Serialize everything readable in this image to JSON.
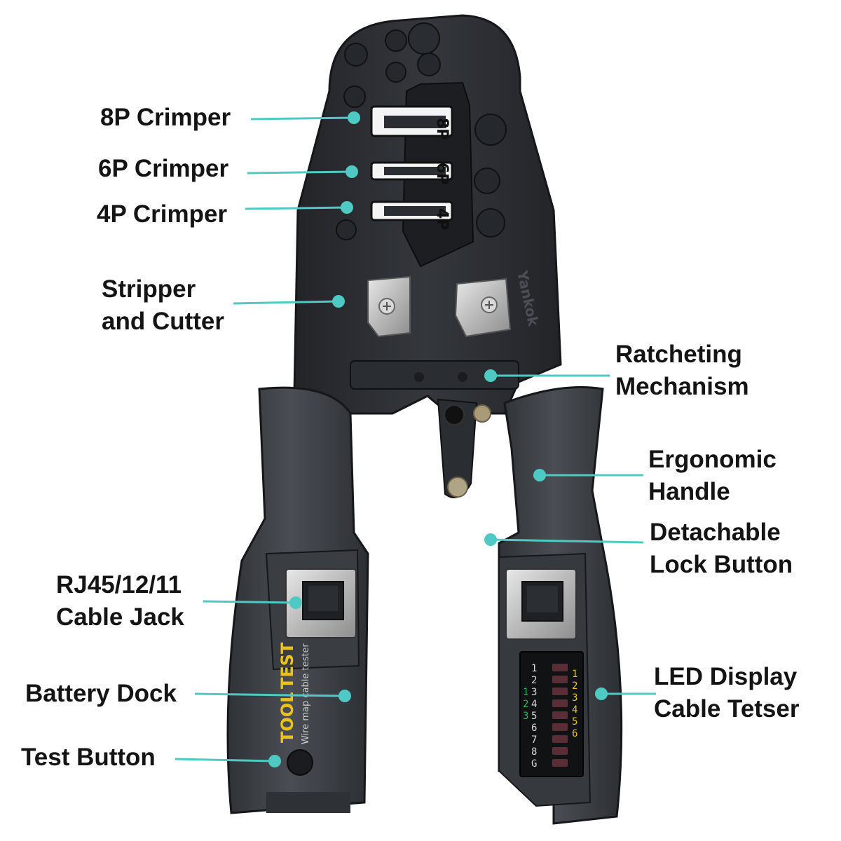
{
  "callouts": {
    "crimper_8p": "8P Crimper",
    "crimper_6p": "6P Crimper",
    "crimper_4p": "4P Crimper",
    "stripper_line1": "Stripper",
    "stripper_line2": "and Cutter",
    "ratchet_line1": "Ratcheting",
    "ratchet_line2": "Mechanism",
    "handle_line1": "Ergonomic",
    "handle_line2": "Handle",
    "lock_line1": "Detachable",
    "lock_line2": "Lock Button",
    "jack_line1": "RJ45/12/11",
    "jack_line2": "Cable Jack",
    "battery": "Battery Dock",
    "test_button": "Test Button",
    "led_line1": "LED Display",
    "led_line2": "Cable Tetser"
  },
  "tool_markings": {
    "die_8p": "8P",
    "die_6p": "6P",
    "die_4p": "4P",
    "brand": "Yankok",
    "tester_brand_a": "TOOL",
    "tester_brand_b": "TEST",
    "tester_subtitle": "Wire map cable tester",
    "led_left_numbers": [
      "1",
      "2",
      "3",
      "4",
      "5",
      "6",
      "7",
      "8",
      "G"
    ],
    "led_left_green": [
      "1",
      "2",
      "3"
    ],
    "led_right_numbers": [
      "1",
      "2",
      "3",
      "4",
      "5",
      "6"
    ]
  },
  "colors": {
    "accent_teal": "#4fc9c3",
    "tool_body": "#2b2e32",
    "handle_grey": "#3c4045",
    "led_yellow": "#e9c21a",
    "led_green": "#2fb35a"
  }
}
